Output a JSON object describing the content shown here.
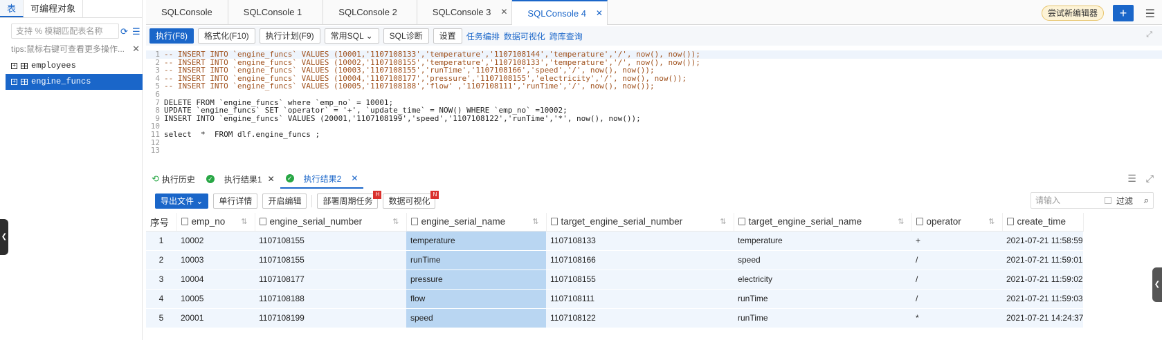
{
  "left": {
    "tabs": [
      "表",
      "可编程对象"
    ],
    "search_placeholder": "支持 % 模糊匹配表名称",
    "tips": "tips:鼠标右键可查看更多操作...",
    "tree": [
      "employees",
      "engine_funcs"
    ]
  },
  "console_tabs": [
    "SQLConsole",
    "SQLConsole 1",
    "SQLConsole 2",
    "SQLConsole 3",
    "SQLConsole 4"
  ],
  "try_new_editor": "尝试新编辑器",
  "toolbar": {
    "run": "执行(F8)",
    "format": "格式化(F10)",
    "plan": "执行计划(F9)",
    "common_sql": "常用SQL",
    "diagnose": "SQL诊断",
    "settings": "设置",
    "links": [
      "任务编排",
      "数据可视化",
      "跨库查询"
    ]
  },
  "editor_lines": [
    "-- INSERT INTO `engine_funcs` VALUES (10001,'1107108133','temperature','1107108144','temperature','/', now(), now());",
    "-- INSERT INTO `engine_funcs` VALUES (10002,'1107108155','temperature','1107108133','temperature','/', now(), now());",
    "-- INSERT INTO `engine_funcs` VALUES (10003,'1107108155','runTime','1107108166','speed','/', now(), now());",
    "-- INSERT INTO `engine_funcs` VALUES (10004,'1107108177','pressure','1107108155','electricity','/', now(), now());",
    "-- INSERT INTO `engine_funcs` VALUES (10005,'1107108188','flow' ,'1107108111','runTime','/', now(), now());",
    "",
    "DELETE FROM `engine_funcs` where `emp_no` = 10001;",
    "UPDATE `engine_funcs` SET `operator` = '+', `update_time` = NOW() WHERE `emp_no` =10002;",
    "INSERT INTO `engine_funcs` VALUES (20001,'1107108199','speed','1107108122','runTime','*', now(), now());",
    "",
    "select  *  FROM dlf.engine_funcs ;",
    "",
    ""
  ],
  "result_tabs": {
    "history": "执行历史",
    "result1": "执行结果1",
    "result2": "执行结果2"
  },
  "result_toolbar": {
    "export": "导出文件",
    "row_detail": "单行详情",
    "enable_edit": "开启编辑",
    "deploy": "部署周期任务",
    "deploy_badge": "H",
    "visualize": "数据可视化",
    "visualize_badge": "N",
    "search_placeholder": "请输入",
    "filter": "过滤"
  },
  "table": {
    "columns": [
      "序号",
      "emp_no",
      "engine_serial_number",
      "engine_serial_name",
      "target_engine_serial_number",
      "target_engine_serial_name",
      "operator",
      "create_time"
    ],
    "rows": [
      [
        "1",
        "10002",
        "1107108155",
        "temperature",
        "1107108133",
        "temperature",
        "+",
        "2021-07-21 11:58:59"
      ],
      [
        "2",
        "10003",
        "1107108155",
        "runTime",
        "1107108166",
        "speed",
        "/",
        "2021-07-21 11:59:01"
      ],
      [
        "3",
        "10004",
        "1107108177",
        "pressure",
        "1107108155",
        "electricity",
        "/",
        "2021-07-21 11:59:02"
      ],
      [
        "4",
        "10005",
        "1107108188",
        "flow",
        "1107108111",
        "runTime",
        "/",
        "2021-07-21 11:59:03"
      ],
      [
        "5",
        "20001",
        "1107108199",
        "speed",
        "1107108122",
        "runTime",
        "*",
        "2021-07-21 14:24:37"
      ]
    ]
  }
}
